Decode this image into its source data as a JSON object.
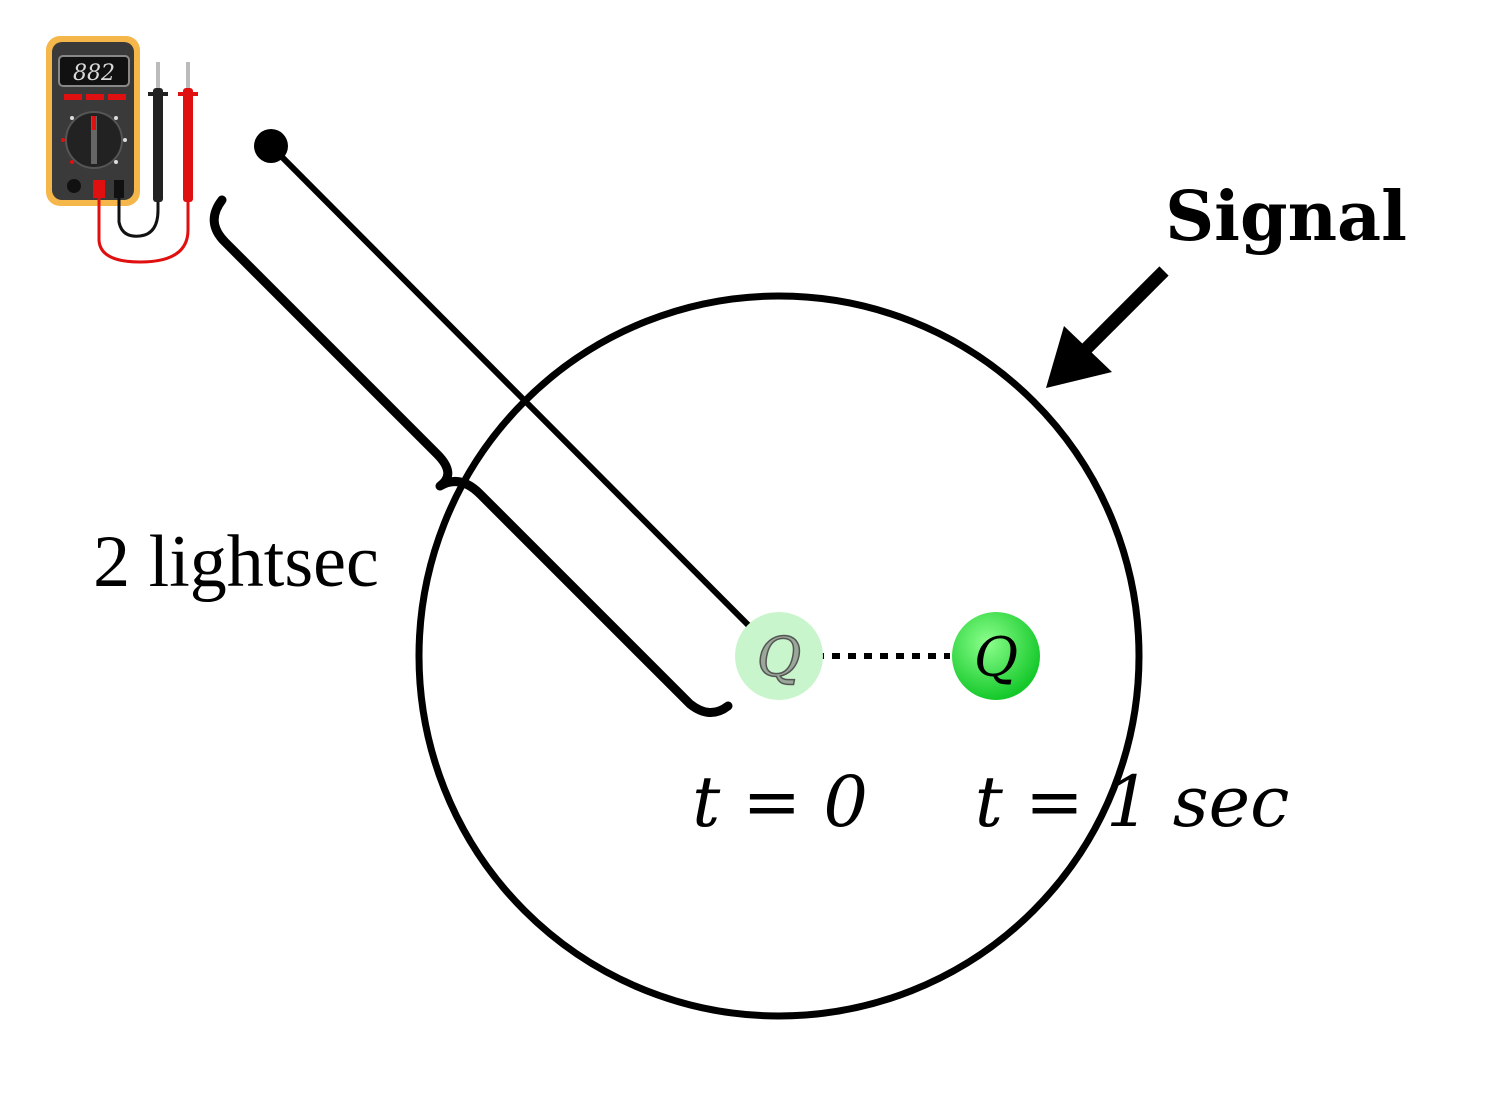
{
  "labels": {
    "signal": "Signal",
    "distance": "2 lightsec",
    "time_start": "t = 0",
    "time_end": "t = 1 sec",
    "charge_start": "Q",
    "charge_end": "Q"
  },
  "multimeter": {
    "display": "882"
  },
  "colors": {
    "stroke": "#000000",
    "charge_fill": "#3ee04a",
    "charge_faded_fill": "#c9f5cc",
    "meter_body": "#f6b74a",
    "meter_face": "#333333",
    "probe_red": "#e01010"
  },
  "icons": {
    "meter": "multimeter-icon",
    "arrow": "arrow-icon"
  }
}
